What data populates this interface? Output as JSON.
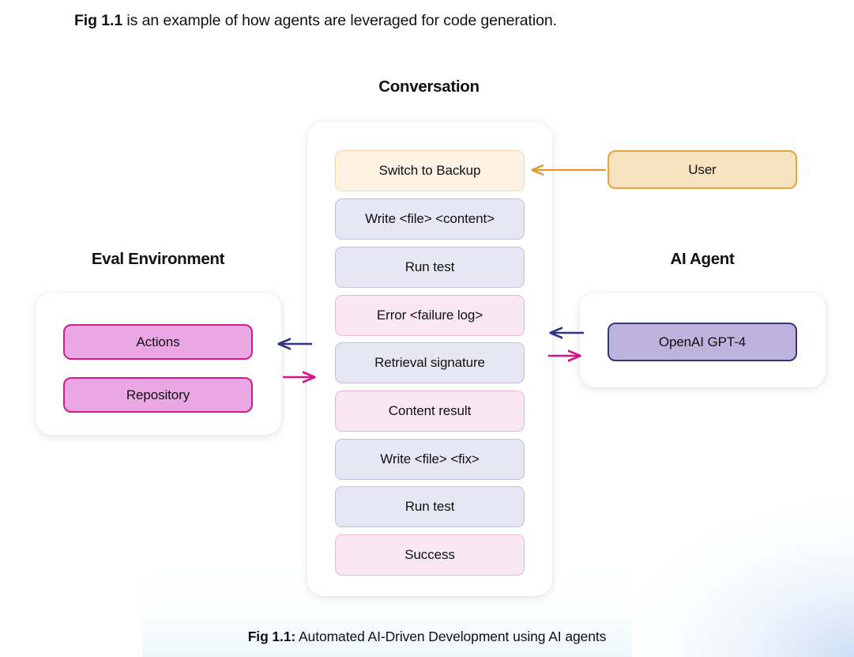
{
  "intro": {
    "fig_label": "Fig 1.1",
    "text": " is an example of how agents are leveraged for code generation."
  },
  "headings": {
    "conversation": "Conversation",
    "eval_environment": "Eval Environment",
    "ai_agent": "AI Agent"
  },
  "conversation": {
    "messages": [
      {
        "label": "Switch to Backup",
        "style": "orange"
      },
      {
        "label": "Write <file> <content>",
        "style": "lavender"
      },
      {
        "label": "Run test",
        "style": "lavender"
      },
      {
        "label": "Error <failure log>",
        "style": "pink"
      },
      {
        "label": "Retrieval signature",
        "style": "lavender"
      },
      {
        "label": "Content result",
        "style": "pink"
      },
      {
        "label": "Write <file> <fix>",
        "style": "lavender"
      },
      {
        "label": "Run test",
        "style": "lavender"
      },
      {
        "label": "Success",
        "style": "pink"
      }
    ]
  },
  "eval_environment": {
    "items": [
      {
        "label": "Actions"
      },
      {
        "label": "Repository"
      }
    ]
  },
  "user": {
    "label": "User"
  },
  "ai_agent": {
    "model_label": "OpenAI GPT-4"
  },
  "caption": {
    "fig_label": "Fig 1.1:",
    "text": " Automated AI-Driven Development using AI agents"
  },
  "colors": {
    "orange_fill": "#fdf2e3",
    "orange_border": "#f1d7ae",
    "lavender_fill": "#e7e6f3",
    "lavender_border": "#c3c2dd",
    "pink_fill": "#f9e8f2",
    "pink_border": "#eeb6d6",
    "magenta_fill": "#eaa7e3",
    "magenta_border": "#cf1d8e",
    "user_fill": "#f7e3c0",
    "user_border": "#e9a33e",
    "model_fill": "#bdb3dc",
    "model_border": "#36367a",
    "arrow_navy": "#30357f",
    "arrow_magenta": "#d4158a",
    "arrow_orange": "#e09a33"
  }
}
